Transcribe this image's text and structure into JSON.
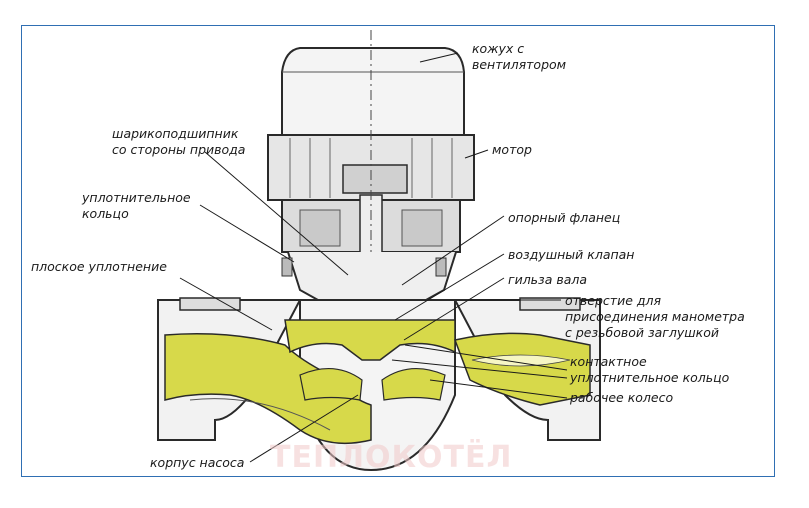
{
  "labels": {
    "cover_fan": [
      "кожух с",
      "вентилятором"
    ],
    "motor": "мотор",
    "bearing": [
      "шарикоподшипник",
      "со стороны привода"
    ],
    "seal_ring": [
      "уплотнительное",
      "кольцо"
    ],
    "support_flange": "опорный фланец",
    "air_valve": "воздушный клапан",
    "flat_seal": "плоское уплотнение",
    "shaft_sleeve": "гильза вала",
    "gauge_hole": [
      "отверстие для",
      "присоединения манометра",
      "с резьбовой заглушкой"
    ],
    "contact_seal": [
      "контактное",
      "уплотнительное кольцо"
    ],
    "impeller": "рабочее колесо",
    "pump_body": "корпус насоса"
  },
  "watermark": "ТЕПЛОКОТЁЛ",
  "colors": {
    "frame": "#2f6fb3",
    "fluid": "#d7d94a",
    "line": "#2a2a2a",
    "metal": "#e9e9e9"
  }
}
